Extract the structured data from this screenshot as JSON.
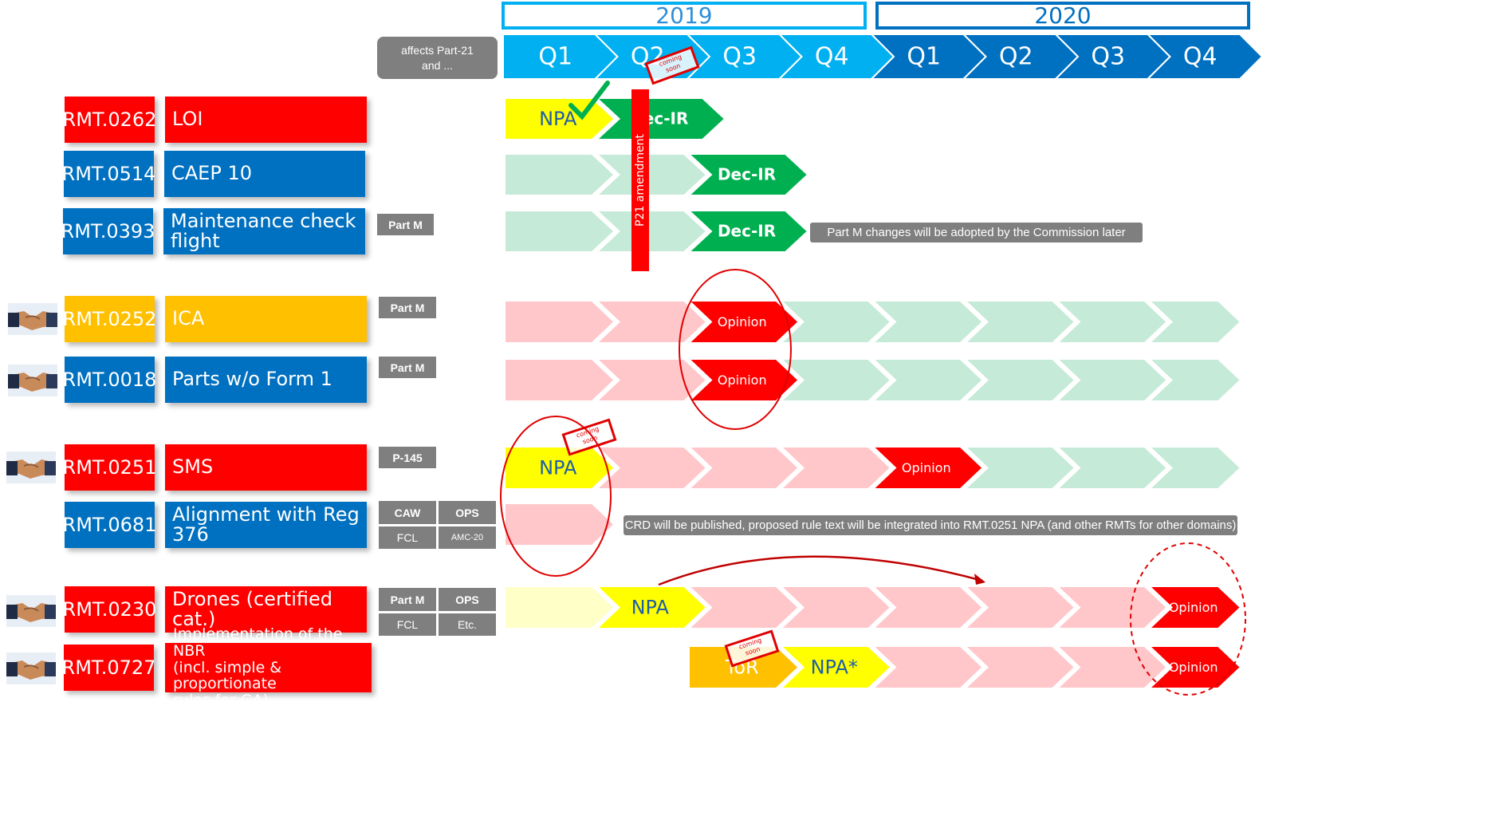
{
  "years": [
    {
      "label": "2019"
    },
    {
      "label": "2020"
    }
  ],
  "quarters": [
    "Q1",
    "Q2",
    "Q3",
    "Q4",
    "Q1",
    "Q2",
    "Q3",
    "Q4"
  ],
  "affects_label": [
    "affects Part-21",
    "and ..."
  ],
  "rows": [
    {
      "id": "RMT.0262",
      "title": "LOI"
    },
    {
      "id": "RMT.0514",
      "title": "CAEP 10"
    },
    {
      "id": "RMT.0393",
      "title": "Maintenance check flight"
    },
    {
      "id": "RMT.0252",
      "title": "ICA"
    },
    {
      "id": "RMT.0018",
      "title": "Parts w/o Form 1"
    },
    {
      "id": "RMT.0251",
      "title": "SMS"
    },
    {
      "id": "RMT.0681",
      "title": "Alignment with Reg 376"
    },
    {
      "id": "RMT.0230",
      "title": "Drones (certified cat.)"
    },
    {
      "id": "RMT.0727",
      "title": [
        "Implementation of the NBR",
        "(incl. simple & proportionate",
        "rules for GA)"
      ]
    }
  ],
  "tags": {
    "part_m": "Part M",
    "p145": "P-145",
    "caw": "CAW",
    "ops": "OPS",
    "fcl": "FCL",
    "amc20": "AMC-20",
    "etc": "Etc."
  },
  "phases": {
    "npa": "NPA",
    "npa_star": "NPA*",
    "dec_ir": "Dec-IR",
    "opinion": "Opinion",
    "tor": "ToR"
  },
  "p21_amendment": "P21 amendment",
  "coming_soon": [
    "coming",
    "soon"
  ],
  "notes": {
    "part_m_later": "Part M changes will be adopted by the Commission later",
    "crd": "CRD will be published, proposed rule text will be integrated into RMT.0251 NPA (and other RMTs for other domains)"
  },
  "colors": {
    "red": "#ff0000",
    "blue": "#0070c0",
    "gold": "#ffc000",
    "green": "#00b050",
    "light_green": "#c6ead8",
    "light_pink": "#ffc7ca",
    "yellow": "#ffff00",
    "pale_yellow": "#ffffc8",
    "orange": "#ffc000",
    "q2019": "#00b0f0",
    "q2020": "#0070c0",
    "tag_gray": "#7f7f7f"
  },
  "icons": {
    "handshake": "handshake-icon",
    "check": "check-mark-icon",
    "stamp": "coming-soon-stamp-icon"
  }
}
